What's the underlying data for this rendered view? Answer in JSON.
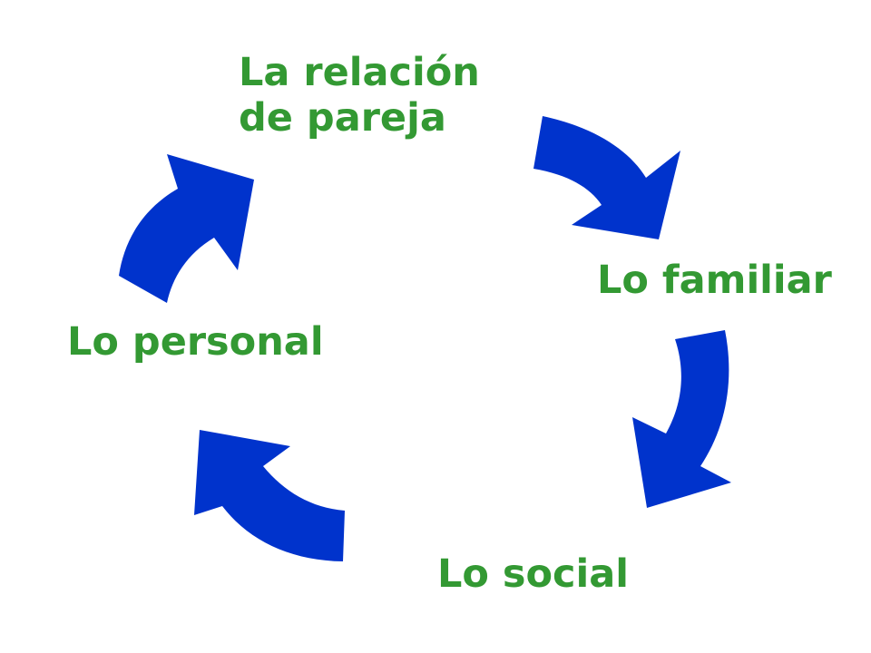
{
  "colors": {
    "label": "#339933",
    "arrow": "#0033CC"
  },
  "nodes": {
    "pareja_line1": "La relación",
    "pareja_line2": "de pareja",
    "familiar": "Lo familiar",
    "social": "Lo social",
    "personal": "Lo personal"
  },
  "arrows": [
    "arrow-pareja-to-familiar",
    "arrow-familiar-to-social",
    "arrow-social-to-personal",
    "arrow-personal-to-pareja"
  ]
}
